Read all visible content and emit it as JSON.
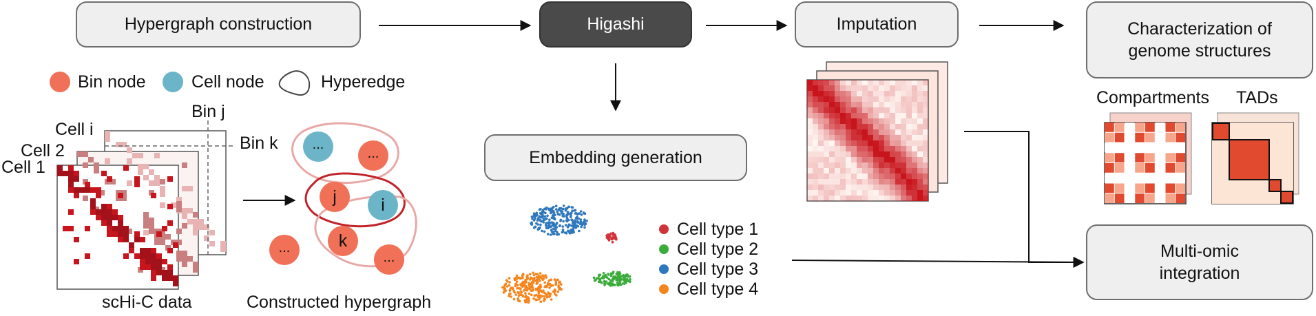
{
  "boxes": {
    "hypergraph_construction": "Hypergraph construction",
    "higashi": "Higashi",
    "imputation": "Imputation",
    "characterization_line1": "Characterization of",
    "characterization_line2": "genome structures",
    "embedding_generation": "Embedding generation",
    "multiomic_line1": "Multi-omic",
    "multiomic_line2": "integration"
  },
  "legend": {
    "bin_node": "Bin node",
    "cell_node": "Cell node",
    "hyperedge": "Hyperedge"
  },
  "schic": {
    "cell_i": "Cell i",
    "cell_2": "Cell 2",
    "cell_1": "Cell 1",
    "bin_j": "Bin j",
    "bin_k": "Bin k",
    "caption": "scHi-C data"
  },
  "hypergraph": {
    "dots": "...",
    "node_j": "j",
    "node_i": "i",
    "node_k": "k",
    "caption": "Constructed hypergraph"
  },
  "embedding_legend": [
    {
      "label": "Cell type 1",
      "color": "#d0343a"
    },
    {
      "label": "Cell type 2",
      "color": "#3bab3b"
    },
    {
      "label": "Cell type 3",
      "color": "#2f78bd"
    },
    {
      "label": "Cell type 4",
      "color": "#f5861f"
    }
  ],
  "structures": {
    "compartments": "Compartments",
    "tads": "TADs"
  },
  "colors": {
    "bin_node": "#f07157",
    "cell_node": "#6cb5c8",
    "heatmap_red": "#c8141c",
    "higashi_box": "#4a4a4a"
  }
}
